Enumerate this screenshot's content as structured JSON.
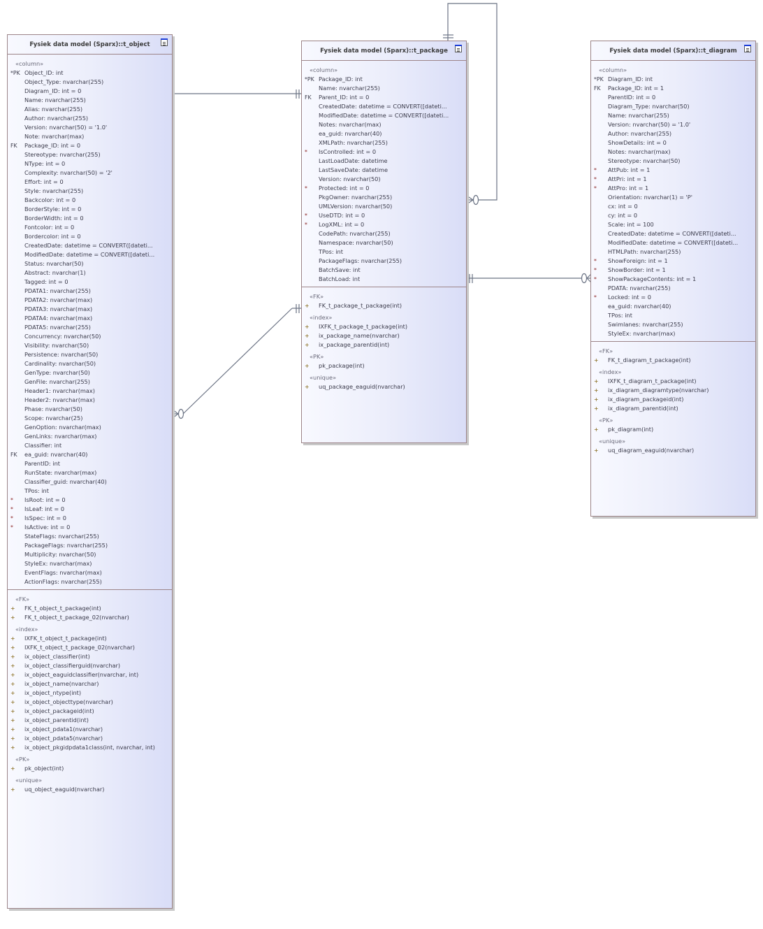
{
  "diagram": {
    "tables": [
      {
        "id": "t_object",
        "title": "Fysiek data model (Sparx)::t_object",
        "columns_stereotype": "«column»",
        "columns": [
          {
            "marker": "*PK",
            "text": "Object_ID: int"
          },
          {
            "marker": "",
            "text": "Object_Type: nvarchar(255)"
          },
          {
            "marker": "",
            "text": "Diagram_ID: int = 0"
          },
          {
            "marker": "",
            "text": "Name: nvarchar(255)"
          },
          {
            "marker": "",
            "text": "Alias: nvarchar(255)"
          },
          {
            "marker": "",
            "text": "Author: nvarchar(255)"
          },
          {
            "marker": "",
            "text": "Version: nvarchar(50) = '1.0'"
          },
          {
            "marker": "",
            "text": "Note: nvarchar(max)"
          },
          {
            "marker": "FK",
            "text": "Package_ID: int = 0"
          },
          {
            "marker": "",
            "text": "Stereotype: nvarchar(255)"
          },
          {
            "marker": "",
            "text": "NType: int = 0"
          },
          {
            "marker": "",
            "text": "Complexity: nvarchar(50) = '2'"
          },
          {
            "marker": "",
            "text": "Effort: int = 0"
          },
          {
            "marker": "",
            "text": "Style: nvarchar(255)"
          },
          {
            "marker": "",
            "text": "Backcolor: int = 0"
          },
          {
            "marker": "",
            "text": "BorderStyle: int = 0"
          },
          {
            "marker": "",
            "text": "BorderWidth: int = 0"
          },
          {
            "marker": "",
            "text": "Fontcolor: int = 0"
          },
          {
            "marker": "",
            "text": "Bordercolor: int = 0"
          },
          {
            "marker": "",
            "text": "CreatedDate: datetime = CONVERT([dateti..."
          },
          {
            "marker": "",
            "text": "ModifiedDate: datetime = CONVERT([dateti..."
          },
          {
            "marker": "",
            "text": "Status: nvarchar(50)"
          },
          {
            "marker": "",
            "text": "Abstract: nvarchar(1)"
          },
          {
            "marker": "",
            "text": "Tagged: int = 0"
          },
          {
            "marker": "",
            "text": "PDATA1: nvarchar(255)"
          },
          {
            "marker": "",
            "text": "PDATA2: nvarchar(max)"
          },
          {
            "marker": "",
            "text": "PDATA3: nvarchar(max)"
          },
          {
            "marker": "",
            "text": "PDATA4: nvarchar(max)"
          },
          {
            "marker": "",
            "text": "PDATA5: nvarchar(255)"
          },
          {
            "marker": "",
            "text": "Concurrency: nvarchar(50)"
          },
          {
            "marker": "",
            "text": "Visibility: nvarchar(50)"
          },
          {
            "marker": "",
            "text": "Persistence: nvarchar(50)"
          },
          {
            "marker": "",
            "text": "Cardinality: nvarchar(50)"
          },
          {
            "marker": "",
            "text": "GenType: nvarchar(50)"
          },
          {
            "marker": "",
            "text": "GenFile: nvarchar(255)"
          },
          {
            "marker": "",
            "text": "Header1: nvarchar(max)"
          },
          {
            "marker": "",
            "text": "Header2: nvarchar(max)"
          },
          {
            "marker": "",
            "text": "Phase: nvarchar(50)"
          },
          {
            "marker": "",
            "text": "Scope: nvarchar(25)"
          },
          {
            "marker": "",
            "text": "GenOption: nvarchar(max)"
          },
          {
            "marker": "",
            "text": "GenLinks: nvarchar(max)"
          },
          {
            "marker": "",
            "text": "Classifier: int"
          },
          {
            "marker": "FK",
            "text": "ea_guid: nvarchar(40)"
          },
          {
            "marker": "",
            "text": "ParentID: int"
          },
          {
            "marker": "",
            "text": "RunState: nvarchar(max)"
          },
          {
            "marker": "",
            "text": "Classifier_guid: nvarchar(40)"
          },
          {
            "marker": "",
            "text": "TPos: int"
          },
          {
            "marker": "*",
            "text": "IsRoot: int = 0"
          },
          {
            "marker": "*",
            "text": "IsLeaf: int = 0"
          },
          {
            "marker": "*",
            "text": "IsSpec: int = 0"
          },
          {
            "marker": "*",
            "text": "IsActive: int = 0"
          },
          {
            "marker": "",
            "text": "StateFlags: nvarchar(255)"
          },
          {
            "marker": "",
            "text": "PackageFlags: nvarchar(255)"
          },
          {
            "marker": "",
            "text": "Multiplicity: nvarchar(50)"
          },
          {
            "marker": "",
            "text": "StyleEx: nvarchar(max)"
          },
          {
            "marker": "",
            "text": "EventFlags: nvarchar(max)"
          },
          {
            "marker": "",
            "text": "ActionFlags: nvarchar(255)"
          }
        ],
        "operation_groups": [
          {
            "stereotype": "«FK»",
            "items": [
              "FK_t_object_t_package(int)",
              "FK_t_object_t_package_02(nvarchar)"
            ]
          },
          {
            "stereotype": "«index»",
            "items": [
              "IXFK_t_object_t_package(int)",
              "IXFK_t_object_t_package_02(nvarchar)",
              "ix_object_classifier(int)",
              "ix_object_classifierguid(nvarchar)",
              "ix_object_eaguidclassifier(nvarchar, int)",
              "ix_object_name(nvarchar)",
              "ix_object_ntype(int)",
              "ix_object_objecttype(nvarchar)",
              "ix_object_packageid(int)",
              "ix_object_parentid(int)",
              "ix_object_pdata1(nvarchar)",
              "ix_object_pdata5(nvarchar)",
              "ix_object_pkgidpdata1class(int, nvarchar, int)"
            ]
          },
          {
            "stereotype": "«PK»",
            "items": [
              "pk_object(int)"
            ]
          },
          {
            "stereotype": "«unique»",
            "items": [
              "uq_object_eaguid(nvarchar)"
            ]
          }
        ],
        "operation_marker": "+"
      },
      {
        "id": "t_package",
        "title": "Fysiek data model (Sparx)::t_package",
        "columns_stereotype": "«column»",
        "columns": [
          {
            "marker": "*PK",
            "text": "Package_ID: int"
          },
          {
            "marker": "",
            "text": "Name: nvarchar(255)"
          },
          {
            "marker": "FK",
            "text": "Parent_ID: int = 0"
          },
          {
            "marker": "",
            "text": "CreatedDate: datetime = CONVERT([dateti..."
          },
          {
            "marker": "",
            "text": "ModifiedDate: datetime = CONVERT([dateti..."
          },
          {
            "marker": "",
            "text": "Notes: nvarchar(max)"
          },
          {
            "marker": "",
            "text": "ea_guid: nvarchar(40)"
          },
          {
            "marker": "",
            "text": "XMLPath: nvarchar(255)"
          },
          {
            "marker": "*",
            "text": "IsControlled: int = 0"
          },
          {
            "marker": "",
            "text": "LastLoadDate: datetime"
          },
          {
            "marker": "",
            "text": "LastSaveDate: datetime"
          },
          {
            "marker": "",
            "text": "Version: nvarchar(50)"
          },
          {
            "marker": "*",
            "text": "Protected: int = 0"
          },
          {
            "marker": "",
            "text": "PkgOwner: nvarchar(255)"
          },
          {
            "marker": "",
            "text": "UMLVersion: nvarchar(50)"
          },
          {
            "marker": "*",
            "text": "UseDTD: int = 0"
          },
          {
            "marker": "*",
            "text": "LogXML: int = 0"
          },
          {
            "marker": "",
            "text": "CodePath: nvarchar(255)"
          },
          {
            "marker": "",
            "text": "Namespace: nvarchar(50)"
          },
          {
            "marker": "",
            "text": "TPos: int"
          },
          {
            "marker": "",
            "text": "PackageFlags: nvarchar(255)"
          },
          {
            "marker": "",
            "text": "BatchSave: int"
          },
          {
            "marker": "",
            "text": "BatchLoad: int"
          }
        ],
        "operation_groups": [
          {
            "stereotype": "«FK»",
            "items": [
              "FK_t_package_t_package(int)"
            ]
          },
          {
            "stereotype": "«index»",
            "items": [
              "IXFK_t_package_t_package(int)",
              "ix_package_name(nvarchar)",
              "ix_package_parentid(int)"
            ]
          },
          {
            "stereotype": "«PK»",
            "items": [
              "pk_package(int)"
            ]
          },
          {
            "stereotype": "«unique»",
            "items": [
              "uq_package_eaguid(nvarchar)"
            ]
          }
        ],
        "operation_marker": "+"
      },
      {
        "id": "t_diagram",
        "title": "Fysiek data model (Sparx)::t_diagram",
        "columns_stereotype": "«column»",
        "columns": [
          {
            "marker": "*PK",
            "text": "Diagram_ID: int"
          },
          {
            "marker": "FK",
            "text": "Package_ID: int = 1"
          },
          {
            "marker": "",
            "text": "ParentID: int = 0"
          },
          {
            "marker": "",
            "text": "Diagram_Type: nvarchar(50)"
          },
          {
            "marker": "",
            "text": "Name: nvarchar(255)"
          },
          {
            "marker": "",
            "text": "Version: nvarchar(50) = '1.0'"
          },
          {
            "marker": "",
            "text": "Author: nvarchar(255)"
          },
          {
            "marker": "",
            "text": "ShowDetails: int = 0"
          },
          {
            "marker": "",
            "text": "Notes: nvarchar(max)"
          },
          {
            "marker": "",
            "text": "Stereotype: nvarchar(50)"
          },
          {
            "marker": "*",
            "text": "AttPub: int = 1"
          },
          {
            "marker": "*",
            "text": "AttPri: int = 1"
          },
          {
            "marker": "*",
            "text": "AttPro: int = 1"
          },
          {
            "marker": "",
            "text": "Orientation: nvarchar(1) = 'P'"
          },
          {
            "marker": "",
            "text": "cx: int = 0"
          },
          {
            "marker": "",
            "text": "cy: int = 0"
          },
          {
            "marker": "",
            "text": "Scale: int = 100"
          },
          {
            "marker": "",
            "text": "CreatedDate: datetime = CONVERT([dateti..."
          },
          {
            "marker": "",
            "text": "ModifiedDate: datetime = CONVERT([dateti..."
          },
          {
            "marker": "",
            "text": "HTMLPath: nvarchar(255)"
          },
          {
            "marker": "*",
            "text": "ShowForeign: int = 1"
          },
          {
            "marker": "*",
            "text": "ShowBorder: int = 1"
          },
          {
            "marker": "*",
            "text": "ShowPackageContents: int = 1"
          },
          {
            "marker": "",
            "text": "PDATA: nvarchar(255)"
          },
          {
            "marker": "*",
            "text": "Locked: int = 0"
          },
          {
            "marker": "",
            "text": "ea_guid: nvarchar(40)"
          },
          {
            "marker": "",
            "text": "TPos: int"
          },
          {
            "marker": "",
            "text": "Swimlanes: nvarchar(255)"
          },
          {
            "marker": "",
            "text": "StyleEx: nvarchar(max)"
          }
        ],
        "operation_groups": [
          {
            "stereotype": "«FK»",
            "items": [
              "FK_t_diagram_t_package(int)"
            ]
          },
          {
            "stereotype": "«index»",
            "items": [
              "IXFK_t_diagram_t_package(int)",
              "ix_diagram_diagramtype(nvarchar)",
              "ix_diagram_packageid(int)",
              "ix_diagram_parentid(int)"
            ]
          },
          {
            "stereotype": "«PK»",
            "items": [
              "pk_diagram(int)"
            ]
          },
          {
            "stereotype": "«unique»",
            "items": [
              "uq_diagram_eaguid(nvarchar)"
            ]
          }
        ],
        "operation_marker": "+"
      }
    ],
    "relationships": [
      {
        "name": "FK_t_object_t_package",
        "from": "t_object",
        "to": "t_package",
        "from_cardinality": "zero-or-many",
        "to_cardinality": "exactly-one"
      },
      {
        "name": "FK_t_object_t_package_02",
        "from": "t_object",
        "to": "t_package",
        "from_cardinality": "zero-or-many",
        "to_cardinality": "exactly-one"
      },
      {
        "name": "FK_t_package_t_package",
        "from": "t_package",
        "to": "t_package",
        "from_cardinality": "zero-or-many",
        "to_cardinality": "exactly-one"
      },
      {
        "name": "FK_t_diagram_t_package",
        "from": "t_diagram",
        "to": "t_package",
        "from_cardinality": "zero-or-many",
        "to_cardinality": "exactly-one"
      }
    ],
    "colors": {
      "line": "#6b7384",
      "border": "#9c8488",
      "text": "#3a3a4a",
      "icon_accent": "#1a3cd8"
    }
  }
}
